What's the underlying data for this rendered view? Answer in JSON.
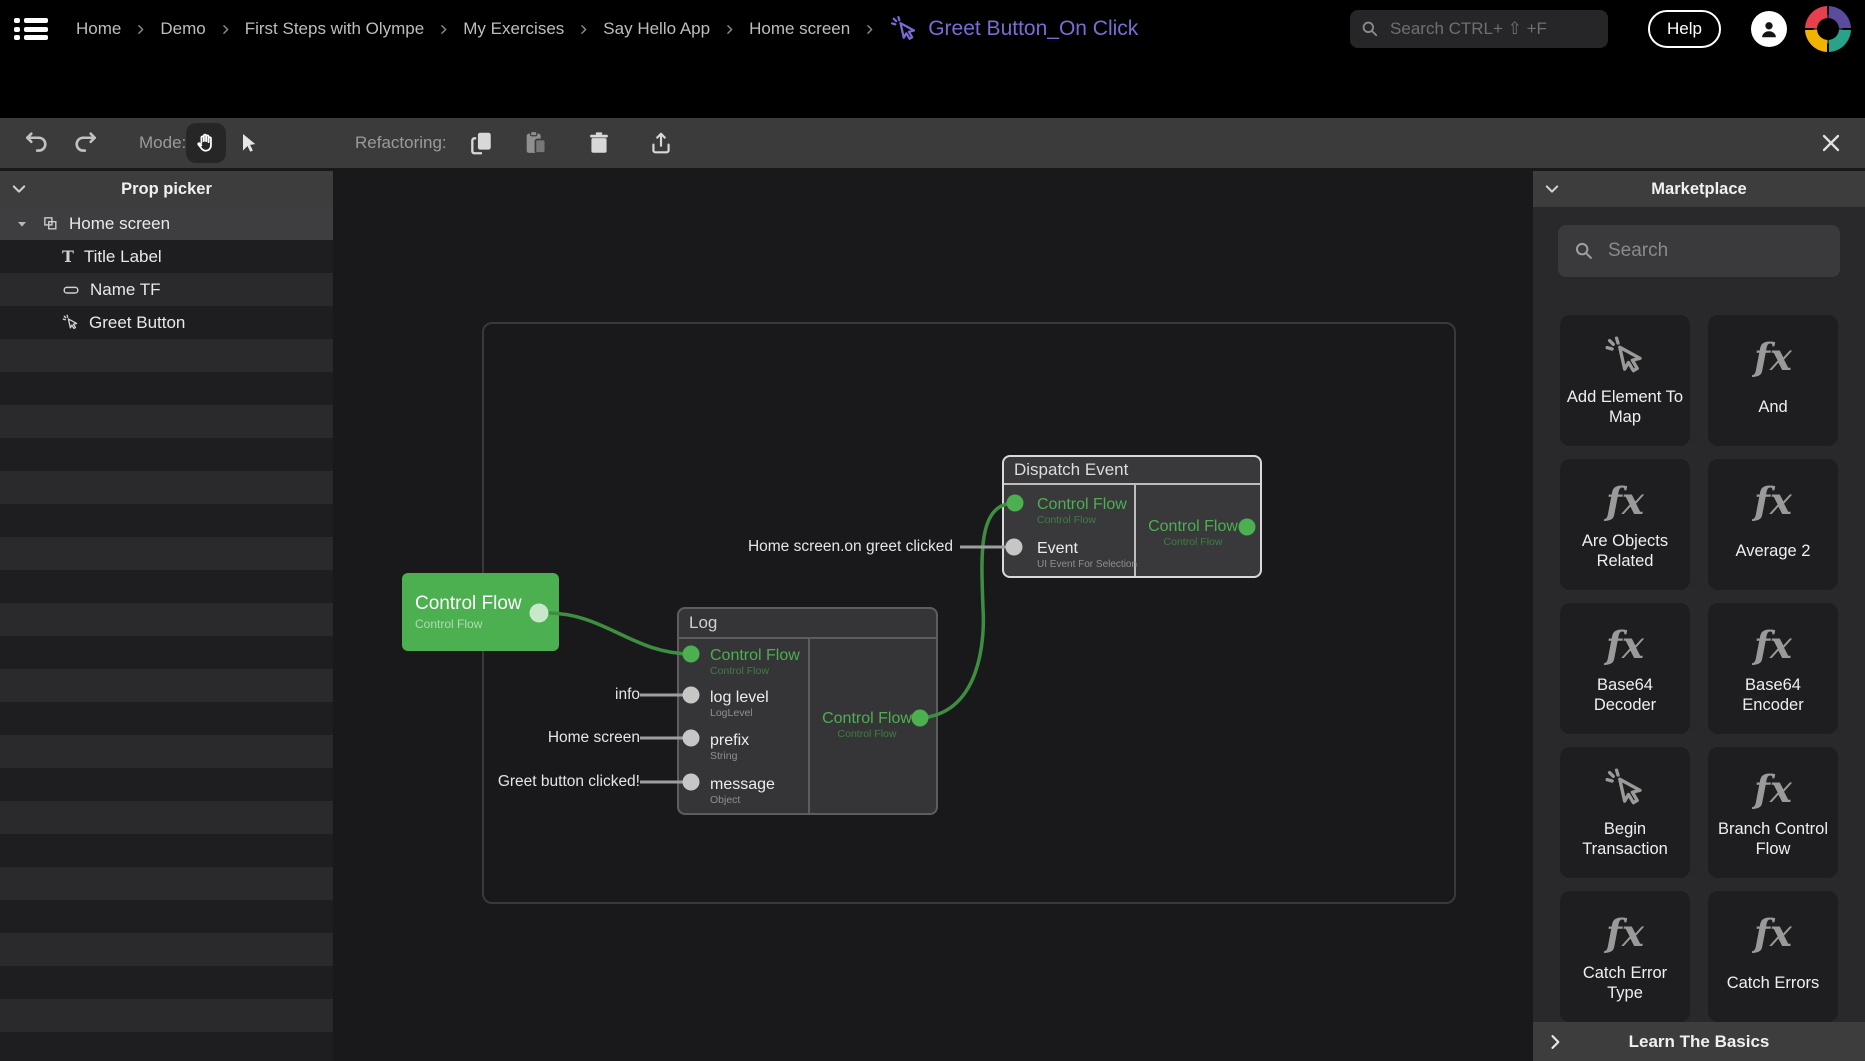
{
  "topbar": {
    "breadcrumb": [
      "Home",
      "Demo",
      "First Steps with Olympe",
      "My Exercises",
      "Say Hello App",
      "Home screen"
    ],
    "current_page": "Greet Button_On Click",
    "search_placeholder": "Search CTRL+ ⇧ +F",
    "help_label": "Help"
  },
  "toolbar": {
    "mode_label": "Mode:",
    "refactoring_label": "Refactoring:"
  },
  "prop_picker": {
    "title": "Prop picker",
    "root_label": "Home screen",
    "children": [
      {
        "label": "Title Label",
        "icon": "text-label-icon"
      },
      {
        "label": "Name TF",
        "icon": "text-field-icon"
      },
      {
        "label": "Greet Button",
        "icon": "button-icon"
      }
    ]
  },
  "canvas": {
    "nodes": {
      "control_flow": {
        "title": "Control Flow",
        "subtitle": "Control Flow"
      },
      "log": {
        "title": "Log",
        "inputs": [
          {
            "name": "Control Flow",
            "type": "Control Flow",
            "connected": true
          },
          {
            "name": "log level",
            "type": "LogLevel",
            "connected": false
          },
          {
            "name": "prefix",
            "type": "String",
            "connected": false
          },
          {
            "name": "message",
            "type": "Object",
            "connected": false
          }
        ],
        "output": {
          "name": "Control Flow",
          "type": "Control Flow",
          "connected": true
        }
      },
      "dispatch_event": {
        "title": "Dispatch Event",
        "inputs": [
          {
            "name": "Control Flow",
            "type": "Control Flow",
            "connected": true
          },
          {
            "name": "Event",
            "type": "UI Event For Selection",
            "connected": false
          }
        ],
        "output": {
          "name": "Control Flow",
          "type": "Control Flow",
          "connected": true
        }
      }
    },
    "value_labels": [
      "info",
      "Home screen",
      "Greet button clicked!",
      "Home screen.on greet clicked"
    ]
  },
  "marketplace": {
    "title": "Marketplace",
    "search_placeholder": "Search",
    "fx_glyph": "fx",
    "bricks": [
      {
        "label": "Add Element To Map",
        "icon": "action-brick-icon"
      },
      {
        "label": "And",
        "icon": "function-brick-icon"
      },
      {
        "label": "Are Objects Related",
        "icon": "function-brick-icon"
      },
      {
        "label": "Average 2",
        "icon": "function-brick-icon"
      },
      {
        "label": "Base64 Decoder",
        "icon": "function-brick-icon"
      },
      {
        "label": "Base64 Encoder",
        "icon": "function-brick-icon"
      },
      {
        "label": "Begin Transaction",
        "icon": "action-brick-icon"
      },
      {
        "label": "Branch Control Flow",
        "icon": "function-brick-icon"
      },
      {
        "label": "Catch Error Type",
        "icon": "function-brick-icon"
      },
      {
        "label": "Catch Errors",
        "icon": "function-brick-icon"
      }
    ],
    "footer_label": "Learn The Basics"
  },
  "colors": {
    "accent_green": "#4caf50",
    "wire_green": "#3e8e41",
    "accent_purple": "#7a6bd8",
    "logo_red": "#e6404f",
    "logo_purple": "#5a4b9c",
    "logo_teal": "#2aa189",
    "logo_amber": "#f0b400"
  }
}
